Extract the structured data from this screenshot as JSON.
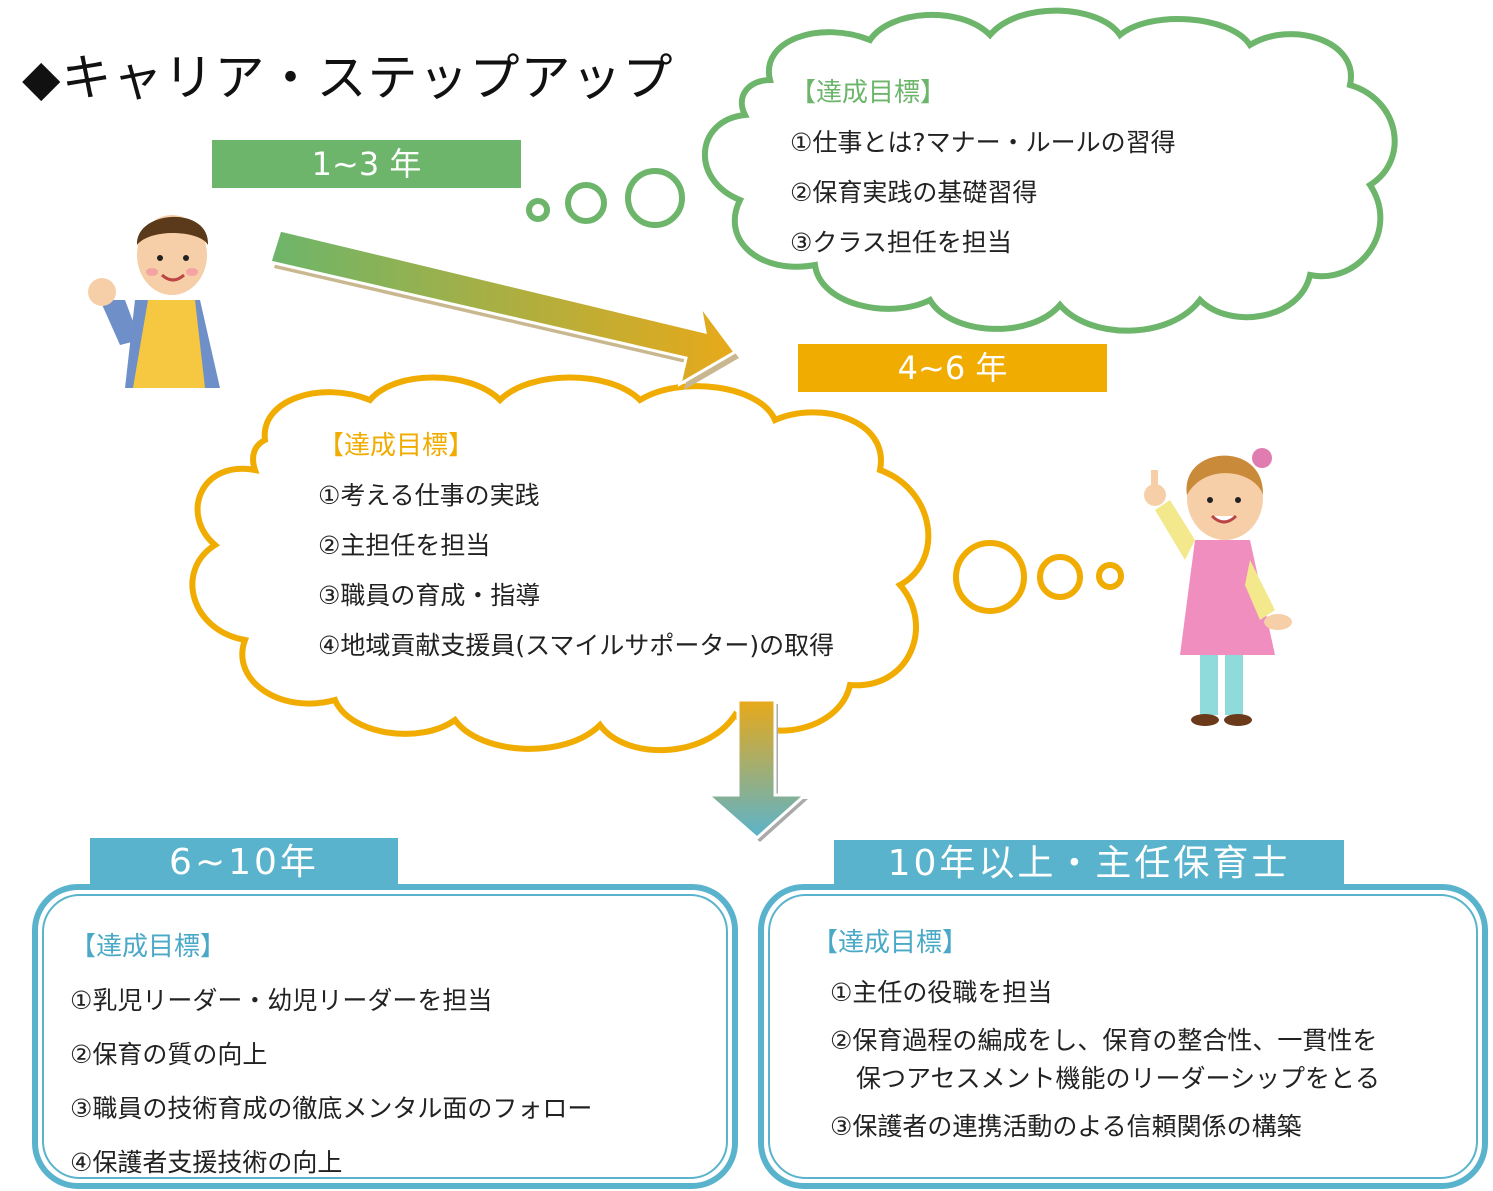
{
  "title": "◆キャリア・ステップアップ",
  "stages": {
    "s1": {
      "label": "1~3 年",
      "goal_heading": "【達成目標】",
      "goals": [
        "①仕事とは?マナー・ルールの習得",
        "②保育実践の基礎習得",
        "③クラス担任を担当"
      ]
    },
    "s2": {
      "label": "4~6 年",
      "goal_heading": "【達成目標】",
      "goals": [
        "①考える仕事の実践",
        "②主担任を担当",
        "③職員の育成・指導",
        "④地域貢献支援員(スマイルサポーター)の取得"
      ]
    },
    "s3": {
      "label": "6~10年",
      "goal_heading": "【達成目標】",
      "goals": [
        "①乳児リーダー・幼児リーダーを担当",
        "②保育の質の向上",
        "③職員の技術育成の徹底メンタル面のフォロー",
        "④保護者支援技術の向上"
      ]
    },
    "s4": {
      "label": "10年以上・主任保育士",
      "goal_heading": "【達成目標】",
      "goals": [
        "①主任の役職を担当",
        "②保育過程の編成をし、保育の整合性、一貫性を",
        "保つアセスメント機能のリーダーシップをとる",
        "③保護者の連携活動のよる信頼関係の構築"
      ]
    }
  },
  "colors": {
    "green": "#6cb56b",
    "orange": "#f0ac00",
    "blue": "#5ab3cc"
  },
  "icons": [
    "man-waving-illustration",
    "woman-pointing-illustration",
    "diagonal-arrow",
    "down-arrow"
  ]
}
